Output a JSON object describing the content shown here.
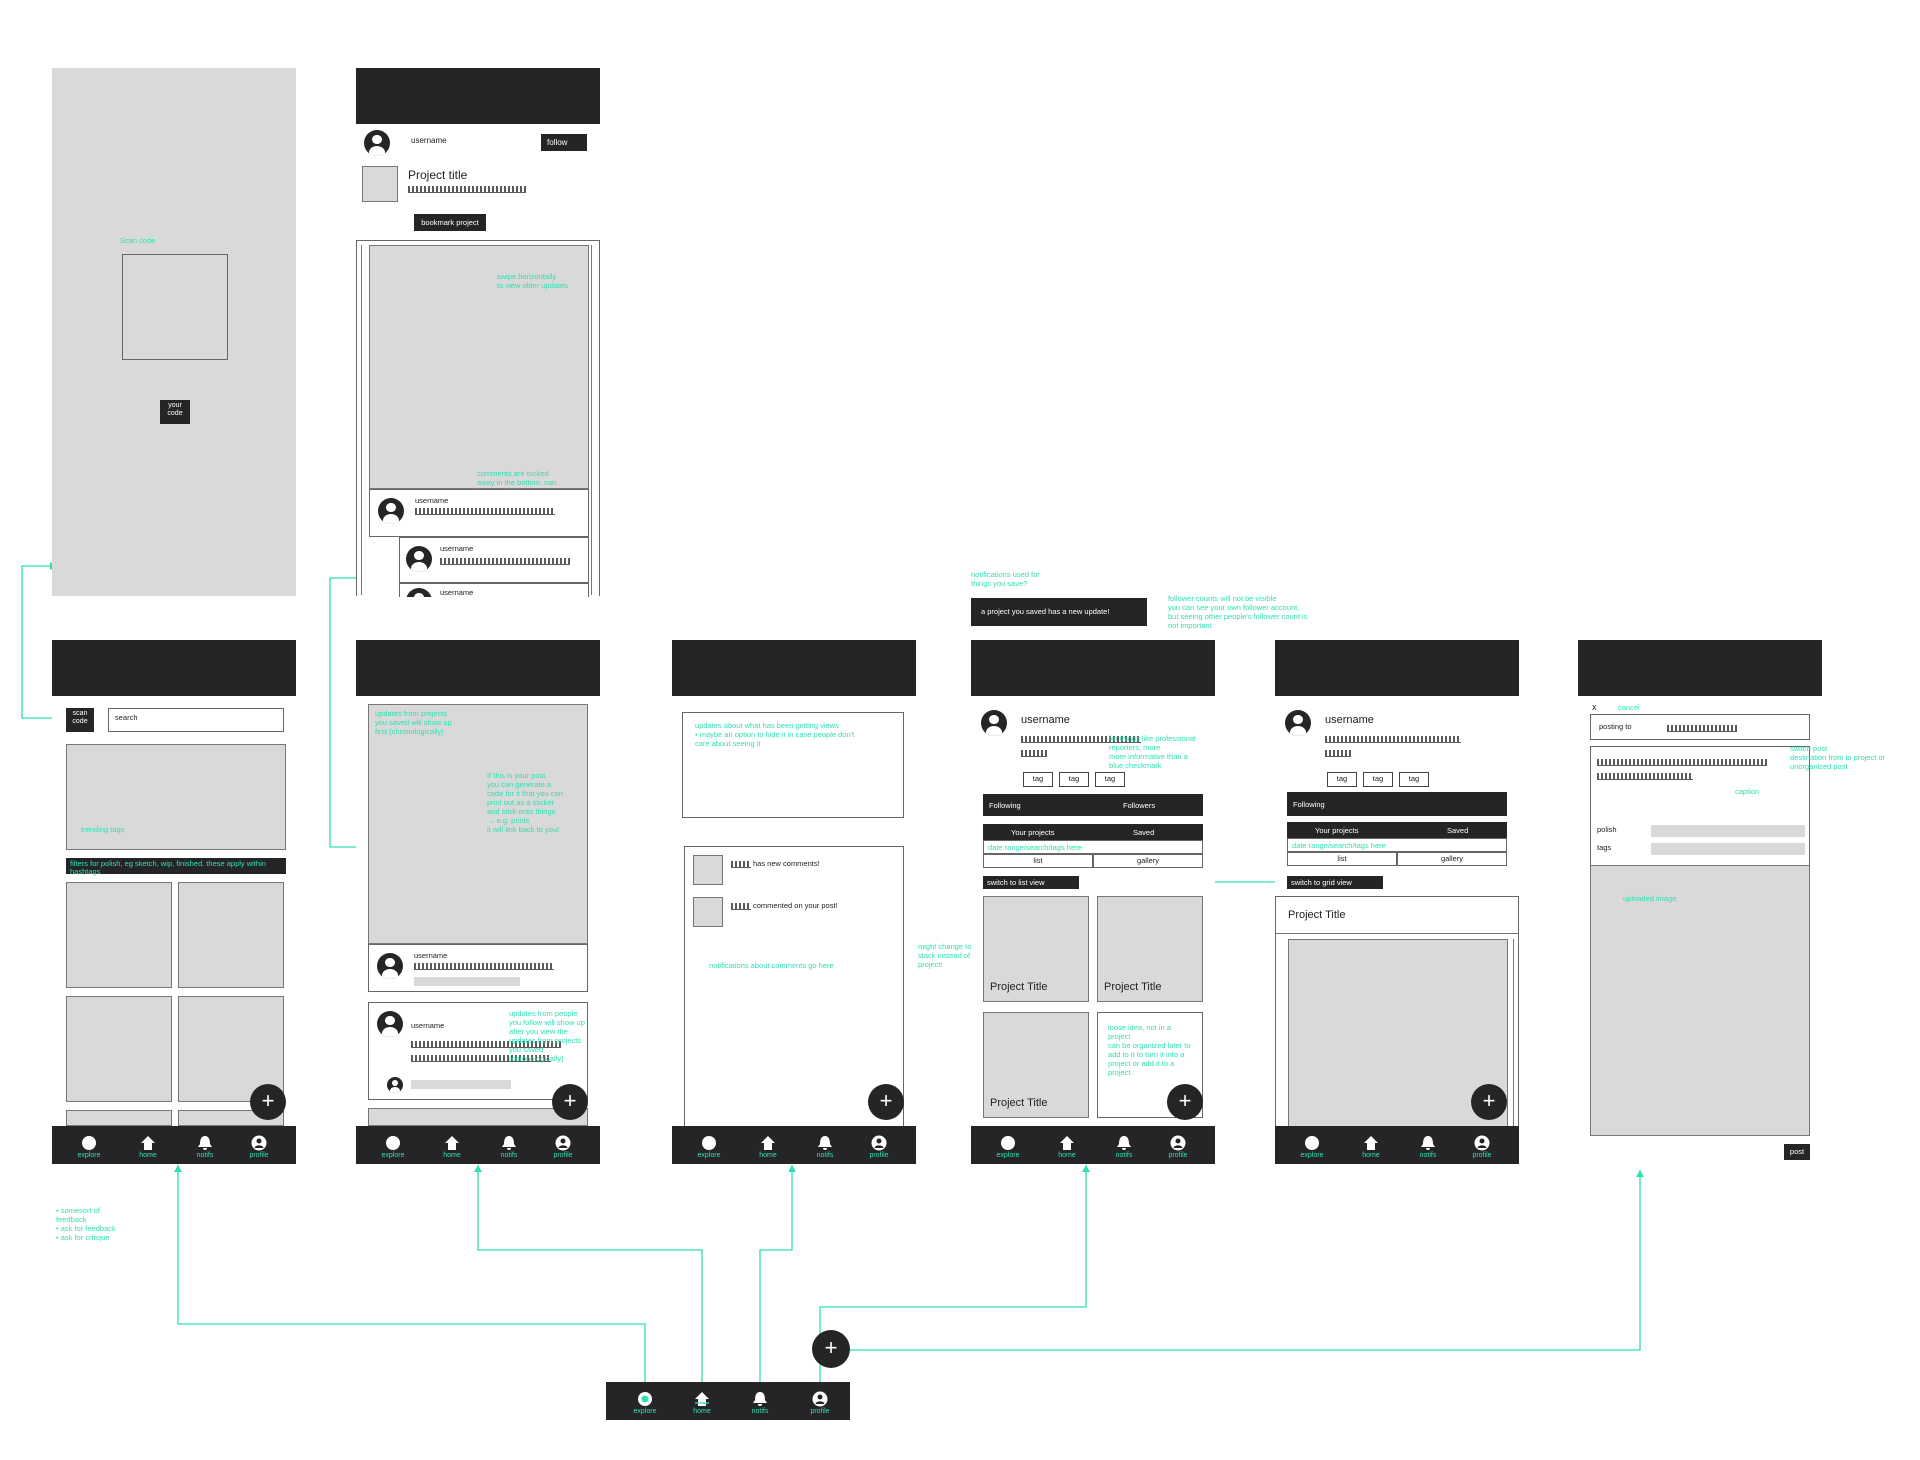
{
  "nav": {
    "explore": "explore",
    "home": "home",
    "notifs": "notifs",
    "profile": "profile"
  },
  "fab_label": "+",
  "scan_screen": {
    "note": "Scan code",
    "your_code": "your\ncode"
  },
  "project_screen": {
    "username": "username",
    "follow": "follow",
    "project_title": "Project title",
    "bookmark": "bookmark project",
    "note_swipe": "swipe horizontally\nto view older updates",
    "note_comments": "comments are tucked\naway in the bottom, can\nbe expanded",
    "comment_user": "username",
    "reply_user": "username",
    "reply_user2": "username"
  },
  "explore_screen": {
    "scan_btn": "scan\ncode",
    "search_placeholder": "search",
    "note_trending": "trending tags",
    "filter_bar": "filters for polish, eg sketch, wip, finished. these apply within hashtags"
  },
  "home_screen": {
    "note_updates": "updates from projects\nyou saved will show up\nfirst (chronologically)",
    "note_post": "If this is your post\nyou can generate a\ncode for it that you can\nprint out as a sticker\nand stick onto things\n  → e.g. prints\nit will link back to you!",
    "post_user": "username",
    "post2_user": "username",
    "note_people": "updates from people\nyou follow will show up\nafter you view the\nupdates from projects\nyou saved\n(chronologically)"
  },
  "notifs_screen": {
    "note_views": "updates about what has been getting views\n  • maybe an option to hide it in case people don't\n    care about seeing it",
    "notif1": "has new comments!",
    "notif2": "commented on your post!",
    "note_comments": "notifications about comments go here"
  },
  "profile_list_screen": {
    "note_notif": "notifications used for\nthings you save?",
    "banner": "a project you saved has a new update!",
    "username": "username",
    "note_pro": "for things like professional\nreporters, more\nmore informative than a\nblue checkmark",
    "tags": [
      "tag",
      "tag",
      "tag"
    ],
    "following": "Following",
    "followers": "Followers",
    "your_projects": "Your projects",
    "saved": "Saved",
    "date_range": "date range/search/tags here",
    "list": "list",
    "gallery": "gallery",
    "switch": "switch to list view",
    "cards": [
      "Project Title",
      "Project Title",
      "Project Title"
    ],
    "note_loose": "loose idea, not in a\nproject\ncan be organized later to\nadd to it to turn it into a\nproject or add it to a\nproject",
    "note_stack": "might change to\nstack instead of\nproject!"
  },
  "profile_grid_screen": {
    "note_followers": "follower counts will not be visible\nyou can see your own follower account,\nbut seeing other people's follower count is\nnot important",
    "username": "username",
    "tags": [
      "tag",
      "tag",
      "tag"
    ],
    "following": "Following",
    "your_projects": "Your projects",
    "saved": "Saved",
    "date_range": "date range/search/tags here",
    "list": "list",
    "gallery": "gallery",
    "switch": "switch to grid view",
    "project_title": "Project Title"
  },
  "post_screen": {
    "close": "x",
    "cancel": "cancel",
    "posting_to": "posting to",
    "note_switch": "switch post\ndestination from to project or\nunorganized post",
    "caption": "caption",
    "polish": "polish",
    "tags": "tags",
    "uploaded": "uploaded image",
    "post": "post"
  },
  "feedback_note": "• somesort of\n  feedback\n• ask for feedback\n• ask for critique"
}
